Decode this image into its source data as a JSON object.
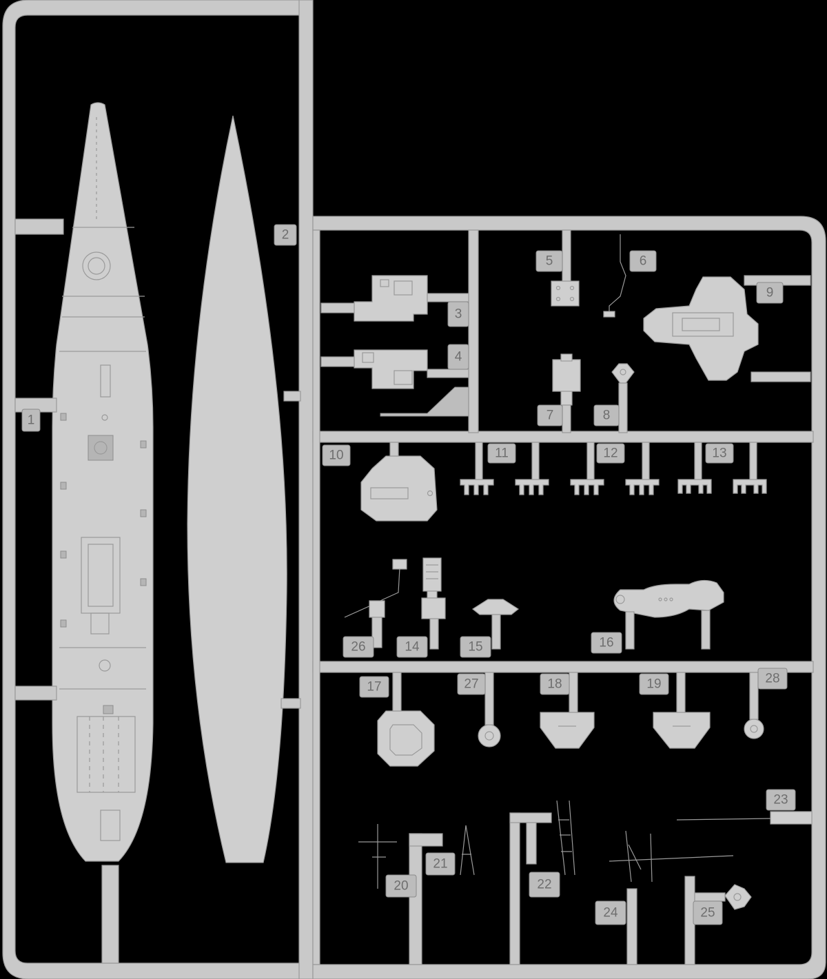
{
  "sprue": {
    "background_color": "#000000",
    "plastic_color": "#cfcfcf",
    "part_numbers": [
      "1",
      "2",
      "3",
      "4",
      "5",
      "6",
      "7",
      "8",
      "9",
      "10",
      "11",
      "12",
      "13",
      "14",
      "15",
      "16",
      "17",
      "18",
      "19",
      "20",
      "21",
      "22",
      "23",
      "24",
      "25",
      "26",
      "27",
      "28"
    ]
  }
}
